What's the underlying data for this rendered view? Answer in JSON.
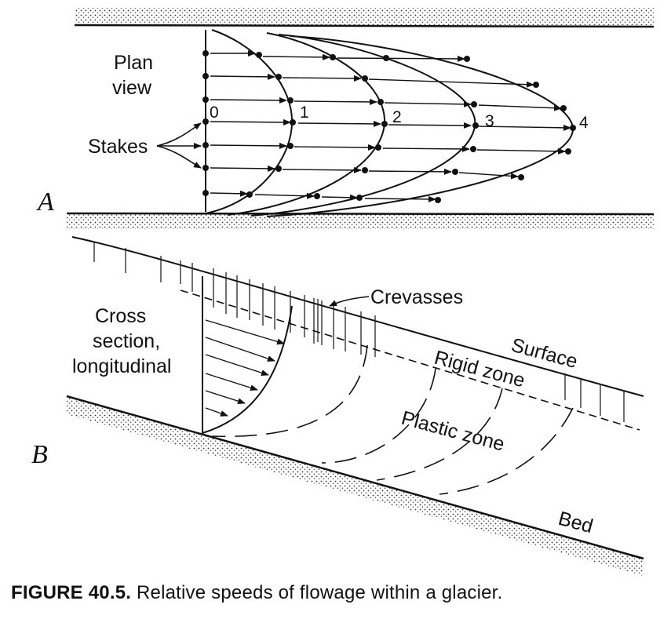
{
  "panel_a": {
    "letter": "A",
    "title_line1": "Plan",
    "title_line2": "view",
    "stakes_label": "Stakes",
    "stake_line_numbers": [
      "0",
      "1",
      "2",
      "3",
      "4"
    ]
  },
  "panel_b": {
    "letter": "B",
    "title_line1": "Cross",
    "title_line2": "section,",
    "title_line3": "longitudinal",
    "crevasses_label": "Crevasses",
    "surface_label": "Surface",
    "rigid_zone_label": "Rigid zone",
    "plastic_zone_label": "Plastic zone",
    "bed_label": "Bed"
  },
  "caption": {
    "figure_number": "FIGURE 40.5.",
    "text": "Relative speeds of flowage within a glacier."
  }
}
